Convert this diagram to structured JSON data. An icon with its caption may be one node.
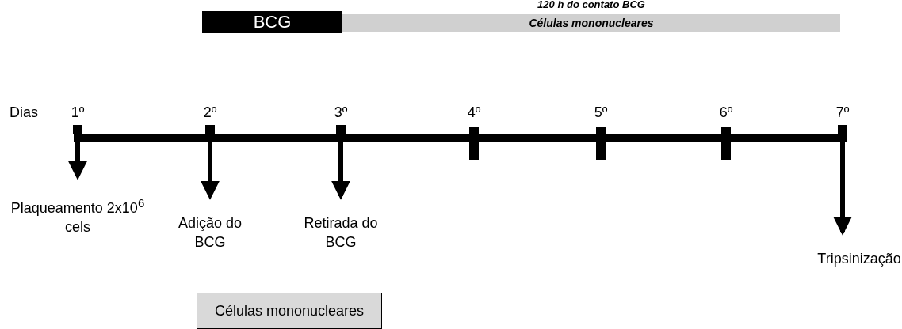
{
  "diagram": {
    "nodes": [
      {
        "text": [
          "BCG"
        ]
      },
      {
        "text": [
          "Células mononucleares"
        ],
        "beside": [
          "120 h do contato BCG"
        ]
      },
      {
        "text": [],
        "shape": "bar"
      },
      {
        "text": [
          "Plaqueamento 2x10$^{6}$ cels"
        ]
      },
      {
        "text": [
          "Adição do BCG"
        ]
      },
      {
        "text": [
          "Retirada do BCG"
        ]
      },
      {
        "text": [
          "Tripsinização"
        ]
      },
      {
        "text": [
          "Células mononucleares"
        ]
      }
    ],
    "edges": [
      {
        "from": 2,
        "to": 3,
        "arrow": "to"
      },
      {
        "from": 2,
        "to": 4,
        "arrow": "to"
      },
      {
        "from": 2,
        "to": 5,
        "arrow": "to"
      },
      {
        "from": 2,
        "to": 6,
        "arrow": "to"
      }
    ],
    "labels": [
      "Dias",
      "1º",
      "2º",
      "3º",
      "4º",
      "5º",
      "6º",
      "7º"
    ]
  }
}
